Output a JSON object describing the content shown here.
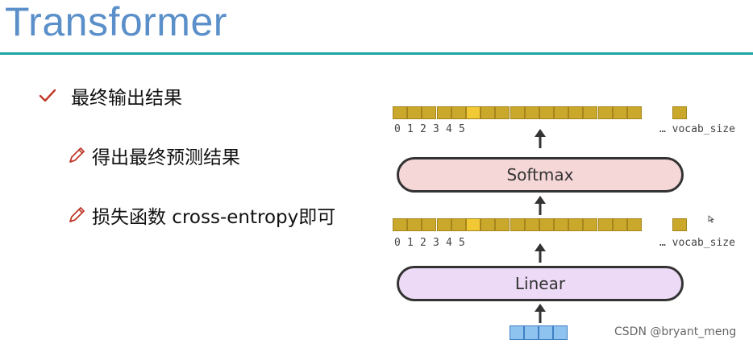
{
  "slide": {
    "title": "Transformer"
  },
  "bullets": {
    "main": "最终输出结果",
    "sub1": "得出最终预测结果",
    "sub2": "损失函数 cross-entropy即可"
  },
  "diagram": {
    "top_indices": [
      "0",
      "1",
      "2",
      "3",
      "4",
      "5"
    ],
    "top_tail": "… vocab_size",
    "softmax_label": "Softmax",
    "mid_indices": [
      "0",
      "1",
      "2",
      "3",
      "4",
      "5"
    ],
    "mid_tail": "… vocab_size",
    "linear_label": "Linear"
  },
  "watermark": "CSDN @bryant_meng",
  "colors": {
    "title": "#5b8fc9",
    "rule": "#1fa4a4",
    "logit_cell": "#c9a82b",
    "highlight_cell": "#f1c935",
    "softmax_fill": "#f6d7d8",
    "linear_fill": "#ecdaf6",
    "input_cell": "#8ec2ef",
    "check_icon": "#c0392b"
  }
}
